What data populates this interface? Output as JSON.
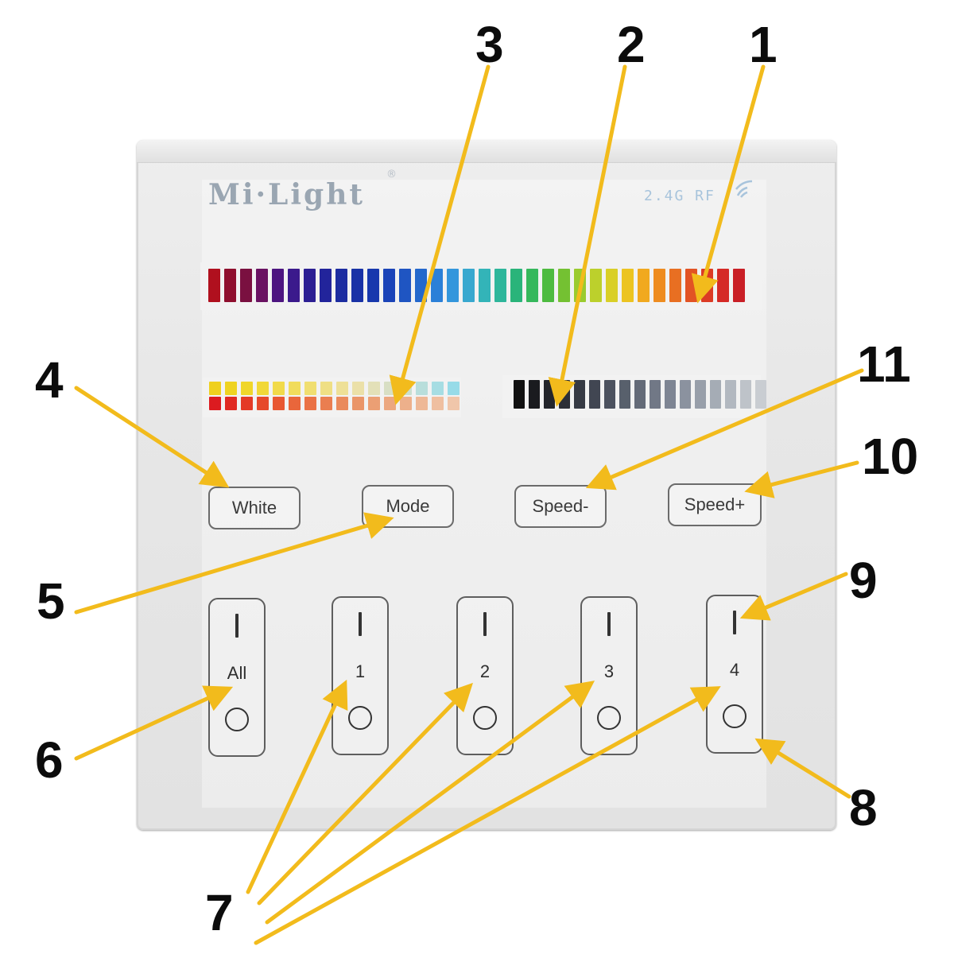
{
  "panel": {
    "brand": "Mi·Light",
    "brand_mark": "®",
    "rf_label": "2.4G RF",
    "rf_icon": "wifi-waves-icon"
  },
  "strips": {
    "rgb_colors": [
      "#b0101e",
      "#8f0f2e",
      "#7a1040",
      "#6a1262",
      "#4d1580",
      "#3b1a8c",
      "#2c1f93",
      "#22249b",
      "#1c2ca0",
      "#1932a6",
      "#1838ad",
      "#1b44b8",
      "#1f55c2",
      "#2468cc",
      "#2b80d8",
      "#3396dc",
      "#38a8cf",
      "#33b4b8",
      "#2eb69b",
      "#2ab47a",
      "#35b85c",
      "#4dbb3f",
      "#74c132",
      "#9acb2e",
      "#bcd02c",
      "#d9cf27",
      "#ecc421",
      "#f1a91f",
      "#ee8c20",
      "#e86f22",
      "#e25324",
      "#dc3b25",
      "#d52a26",
      "#c91f26"
    ],
    "warm_top": [
      "#efd01e",
      "#efd321",
      "#f0d62a",
      "#f1d838",
      "#f1da4a",
      "#f1dc5c",
      "#f0de70",
      "#efdf84",
      "#eee097",
      "#ebe0a8",
      "#e3e0b8",
      "#d8dfc4",
      "#cadfd0",
      "#b8dedb",
      "#a6dde3",
      "#97dbe8"
    ],
    "warm_bottom": [
      "#dc1b20",
      "#e02a22",
      "#e43a26",
      "#e6492b",
      "#e85832",
      "#e9663b",
      "#ea7245",
      "#ea7e50",
      "#ea8a5c",
      "#ea9568",
      "#eb9f74",
      "#eca880",
      "#edb08b",
      "#eeb896",
      "#efbfa0",
      "#f0c6aa"
    ],
    "brightness": [
      "#111111",
      "#1a1b1f",
      "#23252b",
      "#2c2f37",
      "#363a44",
      "#414652",
      "#4c525f",
      "#58606c",
      "#646b78",
      "#717886",
      "#7e8593",
      "#8b929f",
      "#989faa",
      "#a5acb5",
      "#b2b8c0",
      "#bec3c9",
      "#c9cdd2"
    ]
  },
  "buttons": {
    "white": "White",
    "mode": "Mode",
    "speed_minus": "Speed-",
    "speed_plus": "Speed+"
  },
  "zones": [
    "All",
    "1",
    "2",
    "3",
    "4"
  ],
  "callouts": [
    "1",
    "2",
    "3",
    "4",
    "5",
    "6",
    "7",
    "8",
    "9",
    "10",
    "11"
  ],
  "colors": {
    "arrow": "#f2bb1c",
    "callout_text": "#0c0c0c"
  }
}
